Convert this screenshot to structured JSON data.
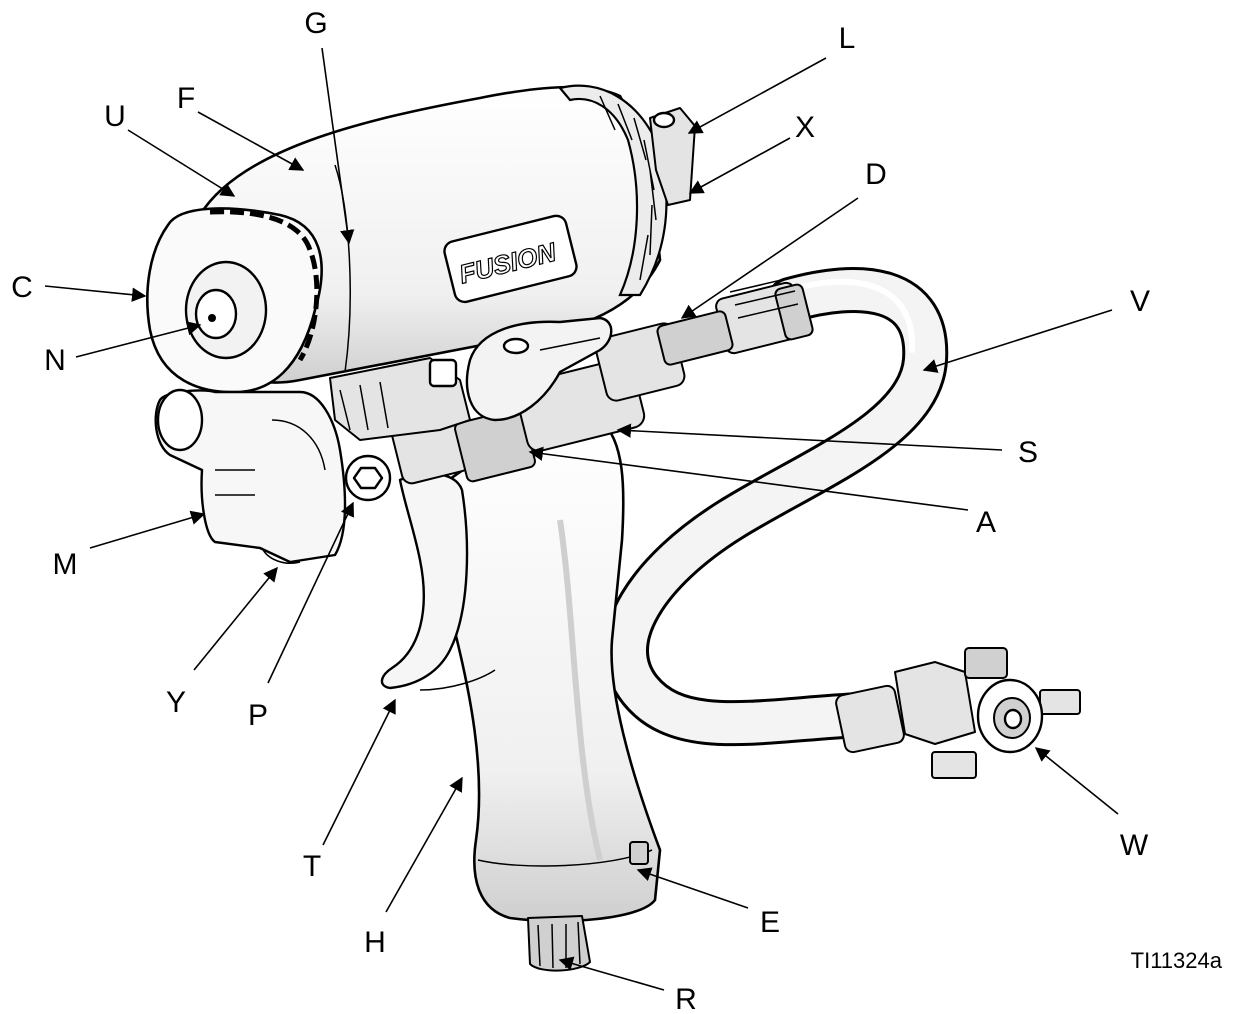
{
  "figure": {
    "id_label": "TI11324a",
    "logo_text": "FUSION"
  },
  "callouts": [
    {
      "letter": "G"
    },
    {
      "letter": "L"
    },
    {
      "letter": "F"
    },
    {
      "letter": "U"
    },
    {
      "letter": "X"
    },
    {
      "letter": "D"
    },
    {
      "letter": "C"
    },
    {
      "letter": "V"
    },
    {
      "letter": "N"
    },
    {
      "letter": "S"
    },
    {
      "letter": "A"
    },
    {
      "letter": "M"
    },
    {
      "letter": "Y"
    },
    {
      "letter": "P"
    },
    {
      "letter": "T"
    },
    {
      "letter": "W"
    },
    {
      "letter": "H"
    },
    {
      "letter": "E"
    },
    {
      "letter": "R"
    }
  ]
}
